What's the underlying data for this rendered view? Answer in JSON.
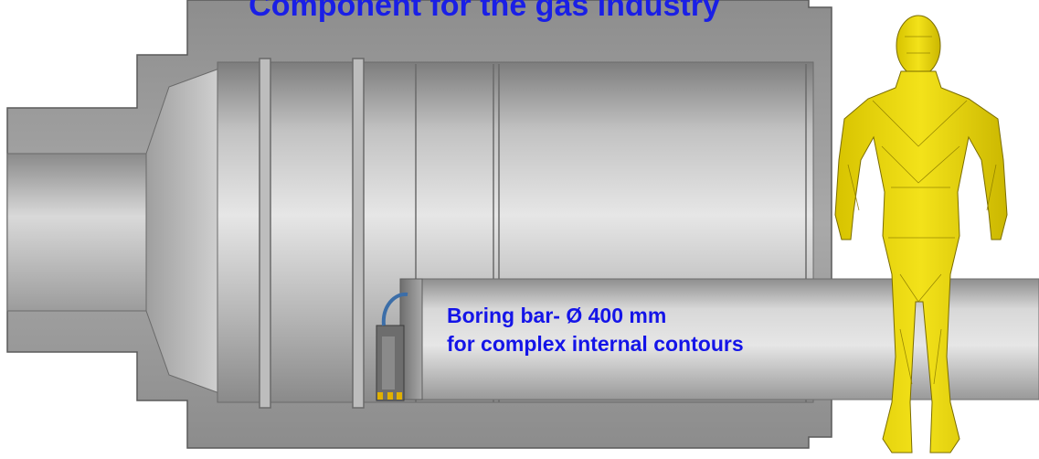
{
  "headline": {
    "text": "Component for the gas industry",
    "color": "#1a1fe6"
  },
  "callout": {
    "line1": "Boring bar- Ø 400 mm",
    "line2": "for complex internal contours",
    "color": "#1414e8"
  },
  "scene": {
    "component_color": "#9a9a9a",
    "bore_color": "#b8b8b8",
    "boring_bar_color": "#c4c4c4",
    "figure_color": "#e6d200",
    "figure_icon": "human-scale-figure-icon"
  }
}
